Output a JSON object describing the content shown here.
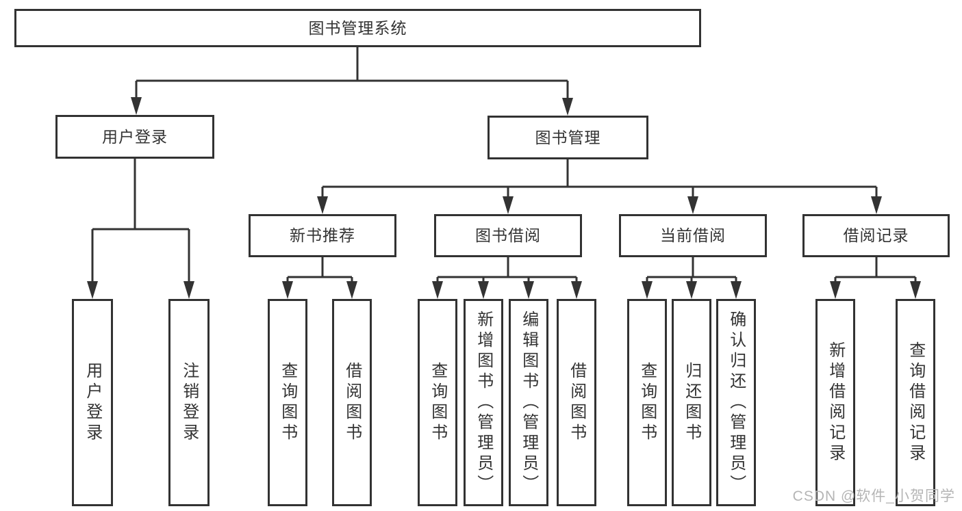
{
  "page": {
    "background": "#ffffff",
    "line_color": "#333333",
    "box_border_color": "#323232",
    "text_color": "#333333"
  },
  "tree": {
    "root": {
      "label": "图书管理系统"
    },
    "level2": [
      {
        "label": "用户登录",
        "children": [
          {
            "label": "用户登录"
          },
          {
            "label": "注销登录"
          }
        ]
      },
      {
        "label": "图书管理",
        "children": [
          {
            "label": "新书推荐",
            "children": [
              {
                "label": "查询图书"
              },
              {
                "label": "借阅图书"
              }
            ]
          },
          {
            "label": "图书借阅",
            "children": [
              {
                "label": "查询图书"
              },
              {
                "label": "新增图书（管理员）"
              },
              {
                "label": "编辑图书（管理员）"
              },
              {
                "label": "借阅图书"
              }
            ]
          },
          {
            "label": "当前借阅",
            "children": [
              {
                "label": "查询图书"
              },
              {
                "label": "归还图书"
              },
              {
                "label": "确认归还（管理员）"
              }
            ]
          },
          {
            "label": "借阅记录",
            "children": [
              {
                "label": "新增借阅记录"
              },
              {
                "label": "查询借阅记录"
              }
            ]
          }
        ]
      }
    ]
  },
  "watermark": {
    "text": "CSDN @软件_小贺同学",
    "color": "#b5b5b5"
  }
}
